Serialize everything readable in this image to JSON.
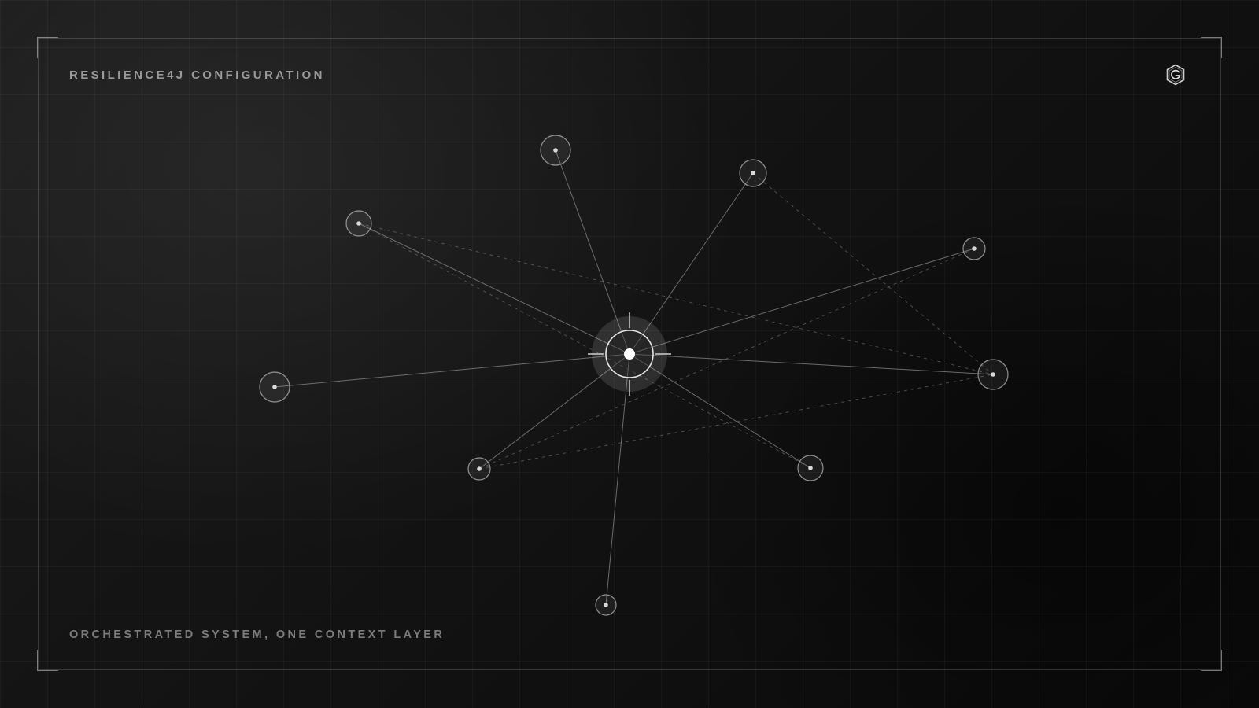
{
  "header": {
    "title": "RESILIENCE4J CONFIGURATION"
  },
  "footer": {
    "caption": "ORCHESTRATED SYSTEM, ONE CONTEXT LAYER"
  },
  "logo": {
    "icon": "hexagon-g-logo-icon"
  },
  "diagram": {
    "hub": {
      "id": "hub"
    },
    "nodes": [
      {
        "id": "n-top"
      },
      {
        "id": "n-top-right"
      },
      {
        "id": "n-upper-left"
      },
      {
        "id": "n-right-upper"
      },
      {
        "id": "n-left"
      },
      {
        "id": "n-right"
      },
      {
        "id": "n-lower-left"
      },
      {
        "id": "n-lower-right"
      },
      {
        "id": "n-bottom"
      }
    ],
    "solid_links": [
      [
        "hub",
        "n-top"
      ],
      [
        "hub",
        "n-top-right"
      ],
      [
        "hub",
        "n-upper-left"
      ],
      [
        "hub",
        "n-right-upper"
      ],
      [
        "hub",
        "n-left"
      ],
      [
        "hub",
        "n-right"
      ],
      [
        "hub",
        "n-lower-left"
      ],
      [
        "hub",
        "n-lower-right"
      ],
      [
        "hub",
        "n-bottom"
      ]
    ],
    "dashed_links": [
      [
        "n-upper-left",
        "n-right"
      ],
      [
        "n-upper-left",
        "n-lower-right"
      ],
      [
        "n-top-right",
        "n-right"
      ],
      [
        "n-right-upper",
        "n-lower-left"
      ],
      [
        "n-lower-left",
        "n-right"
      ]
    ]
  },
  "colors": {
    "background": "#0f0f0f",
    "line": "#8a8a8a",
    "node_stroke": "#a8a8a8",
    "hub_fill": "#ffffff",
    "text": "#9a9a9a"
  }
}
